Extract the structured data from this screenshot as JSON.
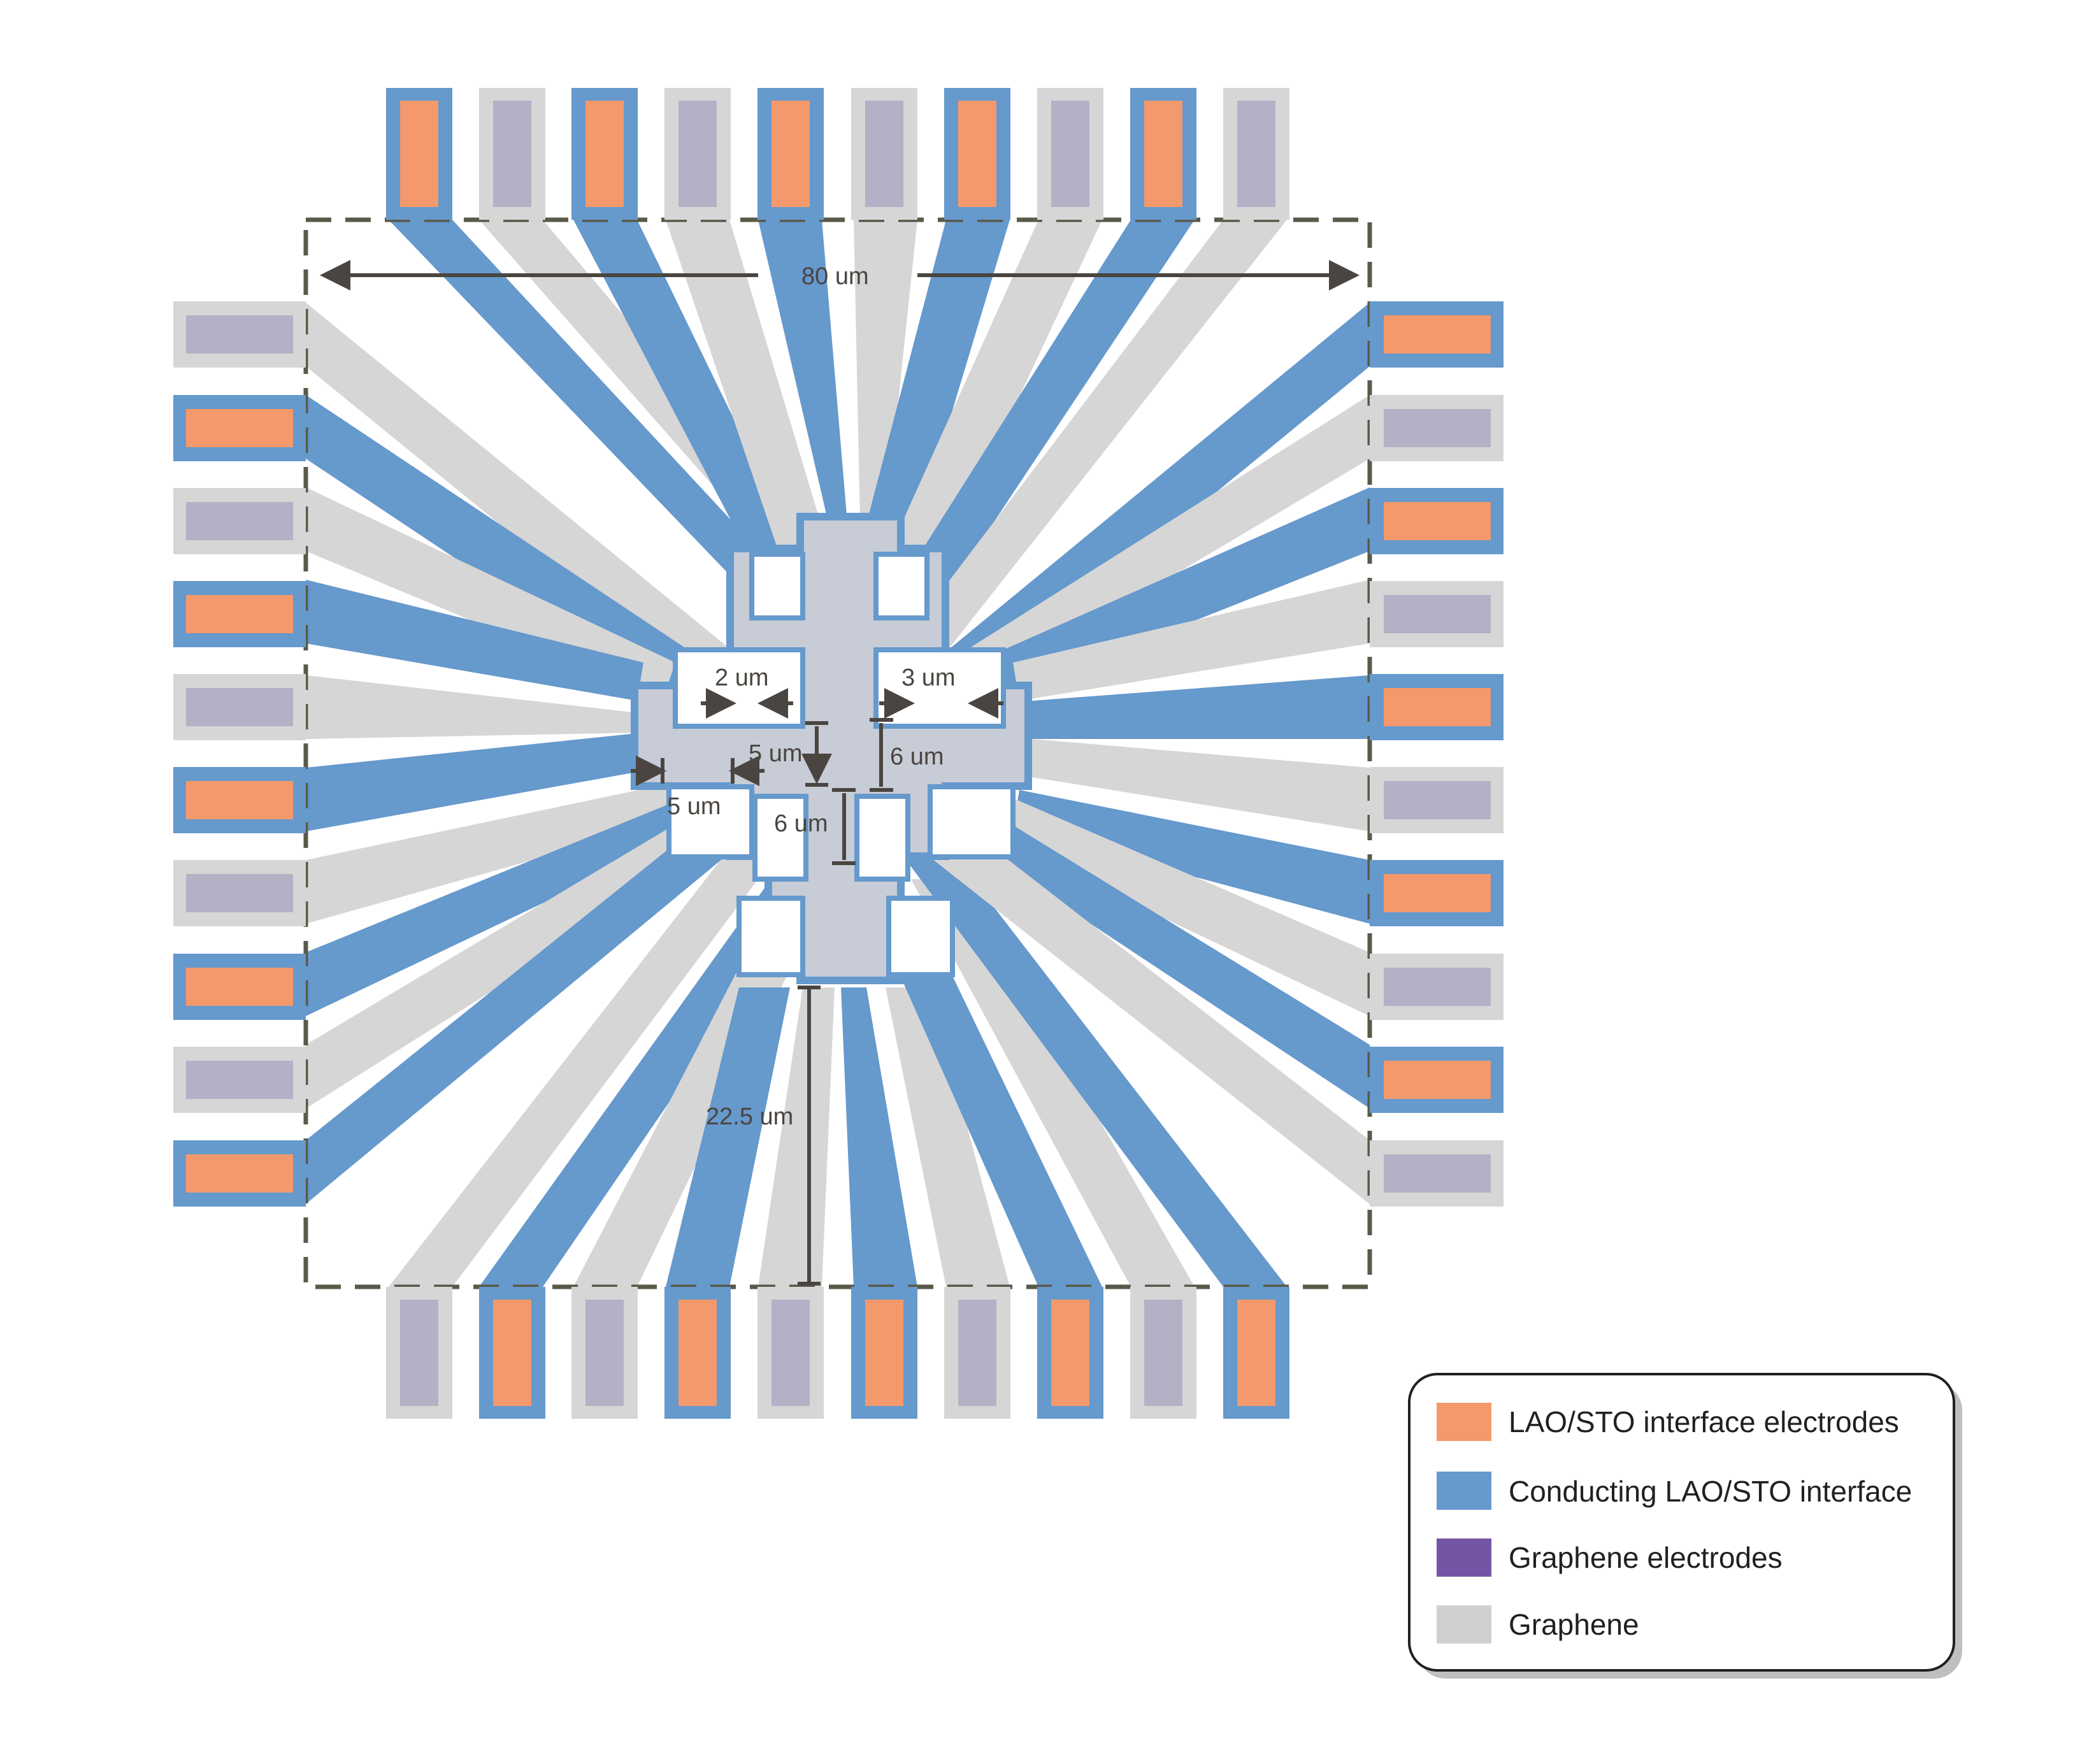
{
  "colors": {
    "conducting": "#6699CC",
    "lao_electrode": "#F4996B",
    "graphene": "#D6D6D6",
    "graphene_electrode": "#B4B0C6",
    "graphene_electrode_legend": "#7256A5",
    "graphene_overlay": "#C7CCD6",
    "dim_line": "#4a4540",
    "legend_text": "#231f20"
  },
  "dimensions": {
    "outer": "80 um",
    "gap_left": "2 um",
    "gap_right": "3 um",
    "width_left": "5 um",
    "width_left_lower": "5 um",
    "height_right": "6 um",
    "height_center": "6 um",
    "arm_length": "22.5 um"
  },
  "legend": [
    {
      "label": "LAO/STO interface electrodes",
      "color": "#F4996B"
    },
    {
      "label": "Conducting LAO/STO interface",
      "color": "#6699CC"
    },
    {
      "label": "Graphene electrodes",
      "color": "#7256A5"
    },
    {
      "label": "Graphene",
      "color": "#D0D0D0"
    }
  ]
}
